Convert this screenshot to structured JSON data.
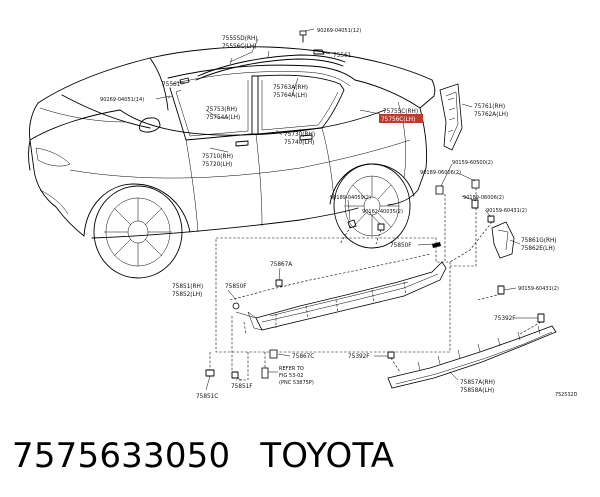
{
  "callouts": {
    "c90269_top": "90269-04051(12)",
    "c75555": "75555D(RH)",
    "c75556": "75556C(LH)",
    "c75561_top": "75561",
    "c75561_left": "75561",
    "c90269_left": "90269-04051(14)",
    "c75763": "75763A(RH)",
    "c75764": "75764A(LH)",
    "c75753": "75753(RH)",
    "c75754": "75754A(LH)",
    "c75755": "75755C(RH)",
    "c75756": "75756C(LH)",
    "c75761": "75761(RH)",
    "c75762": "75762A(LH)",
    "c75730": "75730(RH)",
    "c75740": "75740(LH)",
    "c75710": "75710(RH)",
    "c75720": "75720(LH)",
    "c90159_a": "90159-60500(2)",
    "c90189_a": "90189-06006(2)",
    "c90189_b": "90189-04059(2)",
    "c90162": "90162-40035(2)",
    "c90189_c": "90189-06006(2)",
    "c90159_b": "90159-60431(2)",
    "c75850_top": "75850F",
    "c75861": "75861G(RH)",
    "c75862": "75862E(LH)",
    "c75867_top": "75867A",
    "c75851": "75851(RH)",
    "c75852": "75852(LH)",
    "c75850_left": "75850F",
    "c90159_c": "90159-60431(2)",
    "c75392_right": "75392F",
    "c75867_bot": "75867C",
    "c75392_left": "75392F",
    "refer_1": "REFER TO",
    "refer_2": "FIG 53-02",
    "refer_3": "(PNC 53875P)",
    "c75851f": "75851F",
    "c75857": "75857A(RH)",
    "c75858": "75858A(LH)",
    "c75851c": "75851C",
    "diagram_code": "752532D"
  },
  "caption": {
    "part_number": "7575633050",
    "brand": "TOYOTA"
  }
}
